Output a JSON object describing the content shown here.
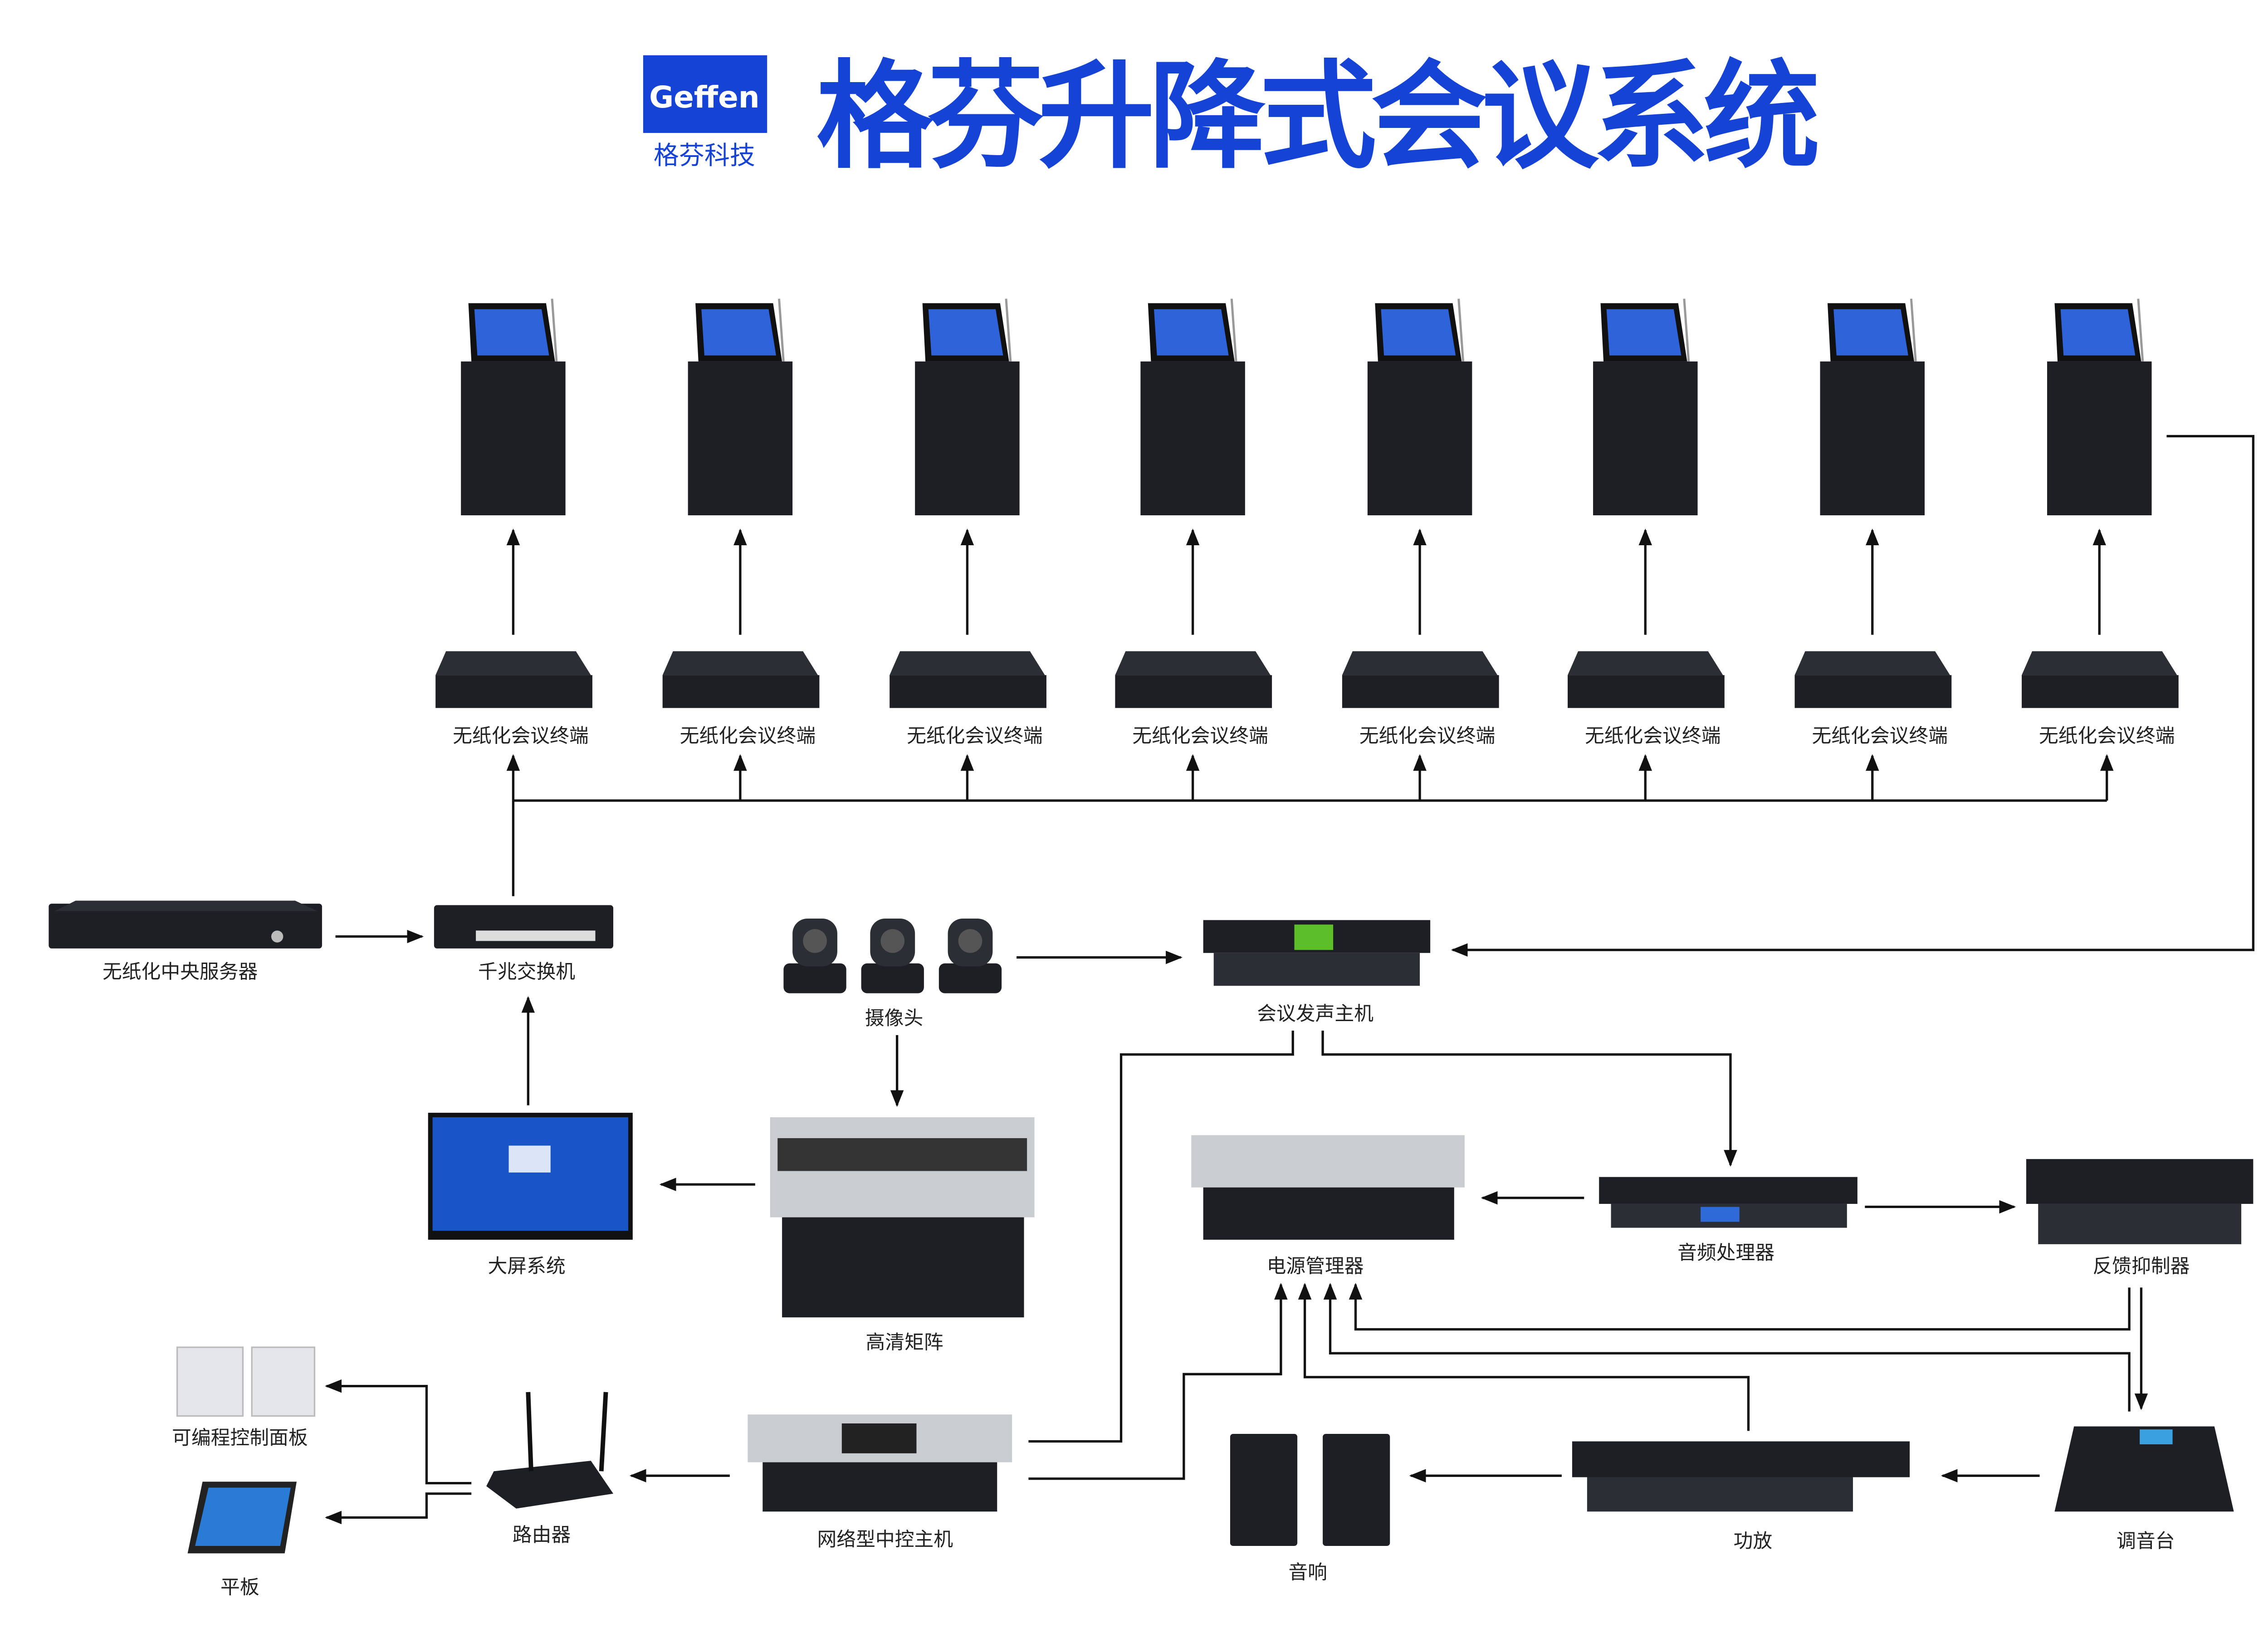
{
  "header": {
    "logo_text": "Geffen",
    "logo_subtitle": "格芬科技",
    "title": "格芬升降式会议系统",
    "brand_color": "#1443d6"
  },
  "terminals": {
    "label": "无纸化会议终端",
    "count": 8
  },
  "devices": {
    "server": "无纸化中央服务器",
    "switch": "千兆交换机",
    "big_screen": "大屏系统",
    "camera": "摄像头",
    "matrix": "高清矩阵",
    "conference_host": "会议发声主机",
    "power_manager": "电源管理器",
    "audio_processor": "音频处理器",
    "feedback_suppressor": "反馈抑制器",
    "control_panel": "可编程控制面板",
    "tablet": "平板",
    "router": "路由器",
    "central_controller": "网络型中控主机",
    "speaker": "音响",
    "amplifier": "功放",
    "mixer": "调音台"
  }
}
